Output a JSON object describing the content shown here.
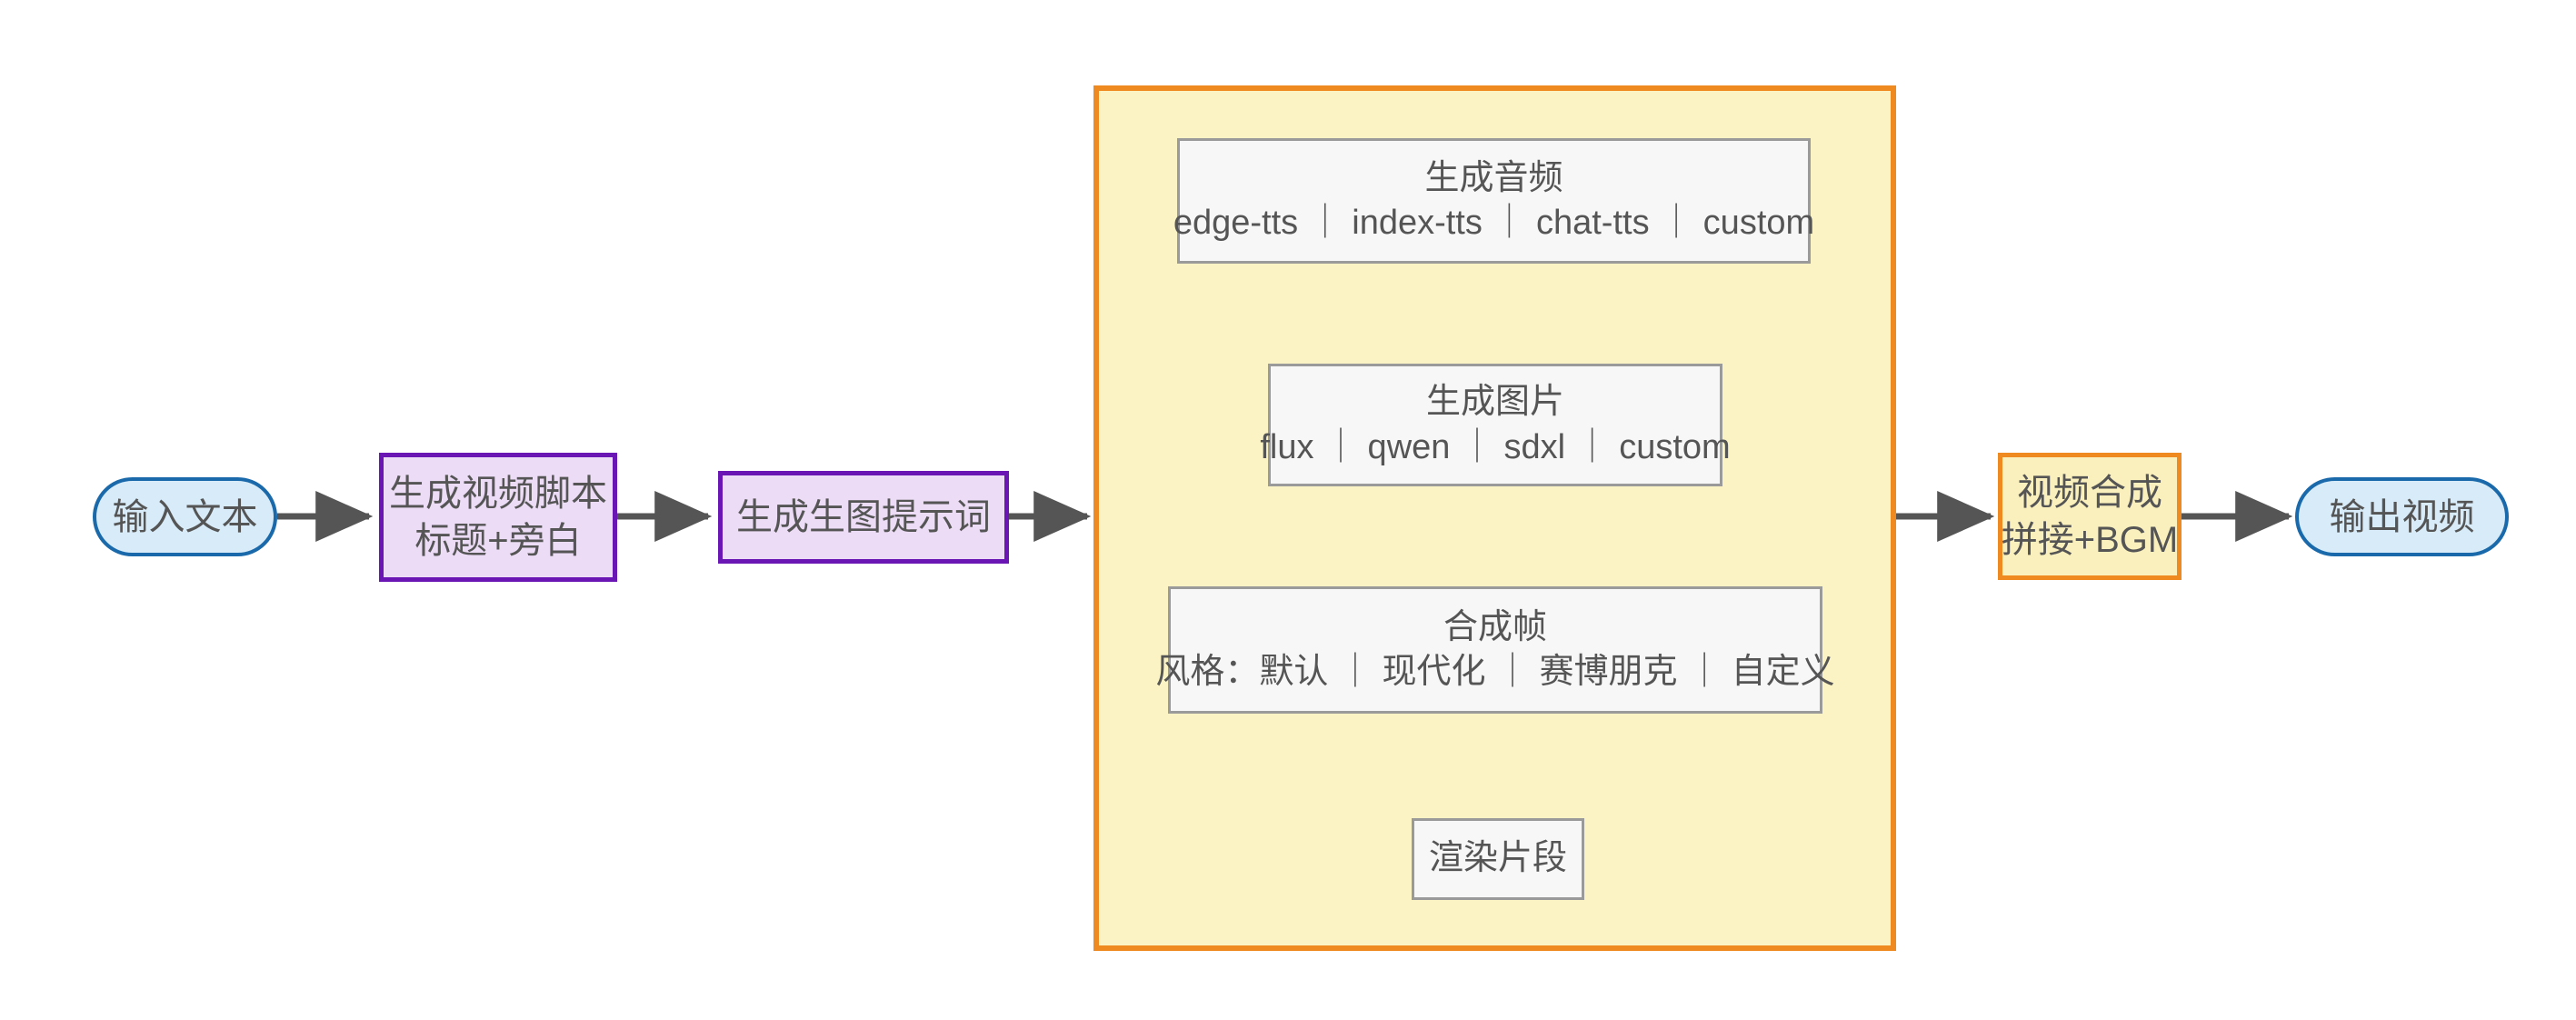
{
  "diagram": {
    "title": "AI Video Generation Pipeline",
    "direction": "left-to-right",
    "colors": {
      "stadium_fill": "#d7ebf8",
      "stadium_stroke": "#1a6aab",
      "purple_fill": "#ecdcf6",
      "purple_stroke": "#6a16b5",
      "orange_fill": "#faf0bd",
      "orange_stroke": "#ef8a21",
      "grey_fill": "#f7f7f7",
      "grey_stroke": "#9a9a9a",
      "edge_stroke": "#555555",
      "text": "#555555",
      "subgraph_fill": "#fbf3c4",
      "background": "#ffffff"
    }
  },
  "nodes": {
    "input_text": {
      "label": "输入文本",
      "shape": "stadium"
    },
    "generate_script": {
      "line1": "生成视频脚本",
      "line2": "标题+旁白",
      "shape": "rect"
    },
    "generate_prompt": {
      "label": "生成生图提示词",
      "shape": "rect"
    },
    "generate_audio": {
      "line1": "生成音频",
      "line2": "edge-tts ｜ index-tts ｜ chat-tts ｜ custom",
      "shape": "rect",
      "options": [
        "edge-tts",
        "index-tts",
        "chat-tts",
        "custom"
      ]
    },
    "generate_image": {
      "line1": "生成图片",
      "line2": "flux ｜ qwen ｜ sdxl ｜ custom",
      "shape": "rect",
      "options": [
        "flux",
        "qwen",
        "sdxl",
        "custom"
      ]
    },
    "compose_frame": {
      "line1": "合成帧",
      "line2": "风格：默认 ｜ 现代化 ｜ 赛博朋克 ｜ 自定义",
      "shape": "rect",
      "options": [
        "默认",
        "现代化",
        "赛博朋克",
        "自定义"
      ]
    },
    "render_clip": {
      "label": "渲染片段",
      "shape": "rect"
    },
    "video_compose": {
      "line1": "视频合成",
      "line2": "拼接+BGM",
      "shape": "rect"
    },
    "output_video": {
      "label": "输出视频",
      "shape": "stadium"
    }
  },
  "edges": [
    {
      "from": "input_text",
      "to": "generate_script",
      "label": ""
    },
    {
      "from": "generate_script",
      "to": "generate_prompt",
      "label": ""
    },
    {
      "from": "generate_prompt",
      "to": "subgraph_pipeline",
      "label": ""
    },
    {
      "from": "generate_audio",
      "to": "generate_image",
      "label": ""
    },
    {
      "from": "generate_image",
      "to": "compose_frame",
      "label": ""
    },
    {
      "from": "compose_frame",
      "to": "render_clip",
      "label": ""
    },
    {
      "from": "subgraph_pipeline",
      "to": "video_compose",
      "label": ""
    },
    {
      "from": "video_compose",
      "to": "output_video",
      "label": ""
    }
  ]
}
